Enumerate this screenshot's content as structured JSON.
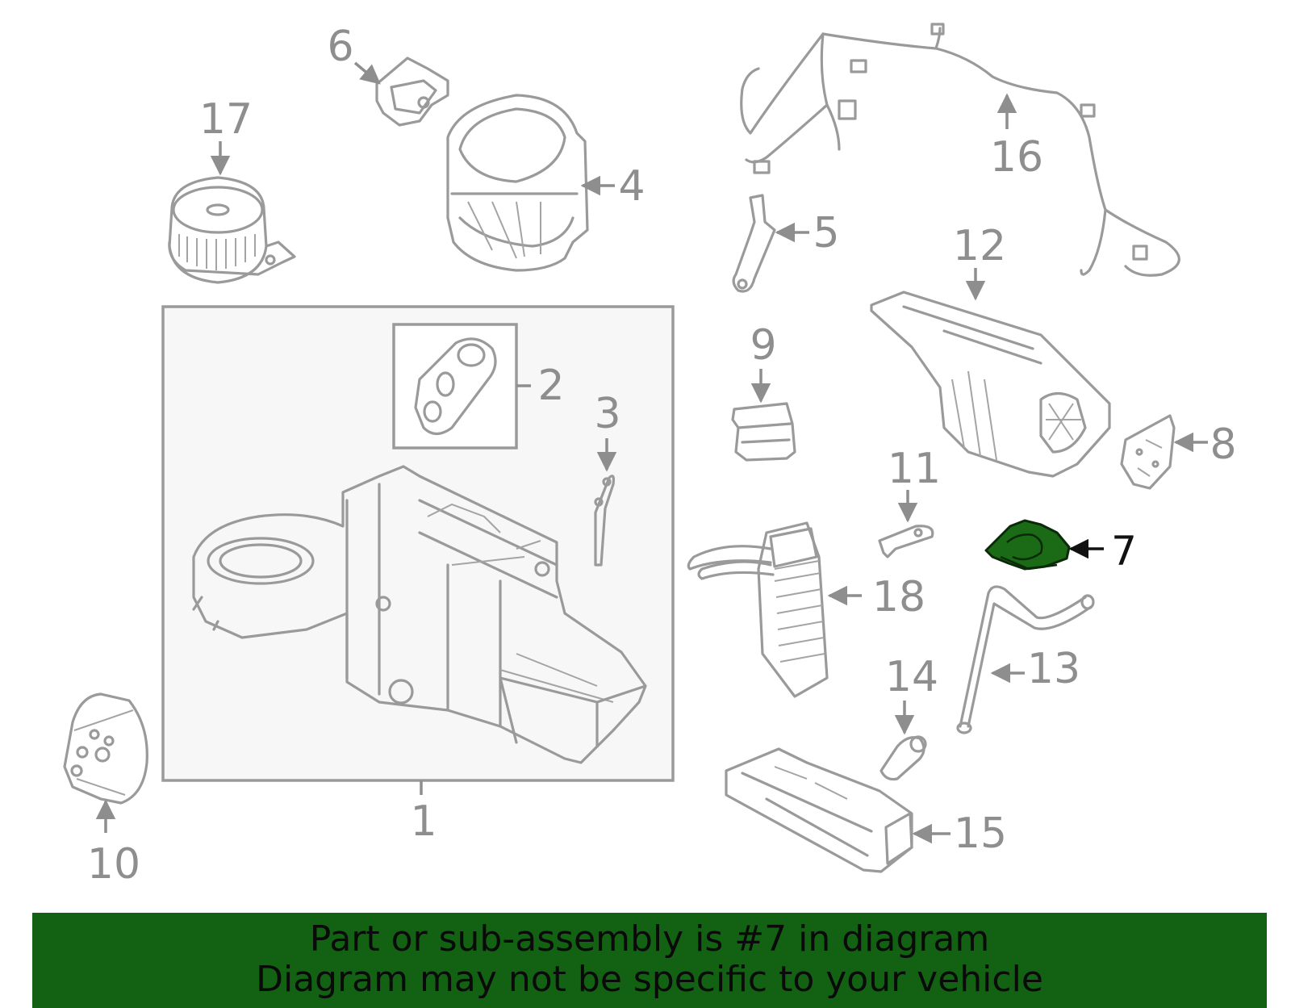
{
  "callouts": [
    {
      "id": "1",
      "label": "1"
    },
    {
      "id": "2",
      "label": "2"
    },
    {
      "id": "3",
      "label": "3"
    },
    {
      "id": "4",
      "label": "4"
    },
    {
      "id": "5",
      "label": "5"
    },
    {
      "id": "6",
      "label": "6"
    },
    {
      "id": "7",
      "label": "7"
    },
    {
      "id": "8",
      "label": "8"
    },
    {
      "id": "9",
      "label": "9"
    },
    {
      "id": "10",
      "label": "10"
    },
    {
      "id": "11",
      "label": "11"
    },
    {
      "id": "12",
      "label": "12"
    },
    {
      "id": "13",
      "label": "13"
    },
    {
      "id": "14",
      "label": "14"
    },
    {
      "id": "15",
      "label": "15"
    },
    {
      "id": "16",
      "label": "16"
    },
    {
      "id": "17",
      "label": "17"
    },
    {
      "id": "18",
      "label": "18"
    }
  ],
  "highlighted_part": "7",
  "colors": {
    "line": "#9a9a9a",
    "highlight": "#1b6b16",
    "banner": "#136112",
    "box_fill": "#f7f7f7"
  },
  "banner": {
    "line1": "Part or sub-assembly is #7 in diagram",
    "line2": "Diagram may not be specific to your vehicle"
  }
}
